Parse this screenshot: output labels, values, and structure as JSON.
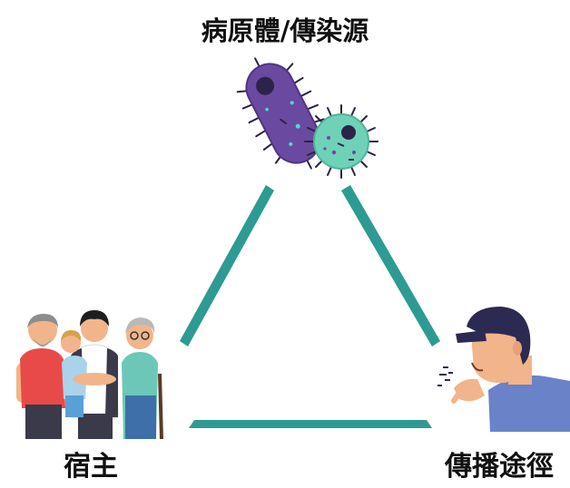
{
  "diagram": {
    "nodes": {
      "pathogen": {
        "label": "病原體/傳染源",
        "icon": "bacteria-icon"
      },
      "host": {
        "label": "宿主",
        "icon": "family-group-icon"
      },
      "transmission": {
        "label": "傳播途徑",
        "icon": "coughing-person-icon"
      }
    },
    "edges": [
      {
        "from": "pathogen",
        "to": "host"
      },
      {
        "from": "pathogen",
        "to": "transmission"
      },
      {
        "from": "host",
        "to": "transmission"
      }
    ]
  },
  "colors": {
    "triangle": "#2d9b93",
    "bacterium_rod": "#6a4aa0",
    "bacterium_round": "#6fd2b8",
    "label_text": "#111111"
  }
}
